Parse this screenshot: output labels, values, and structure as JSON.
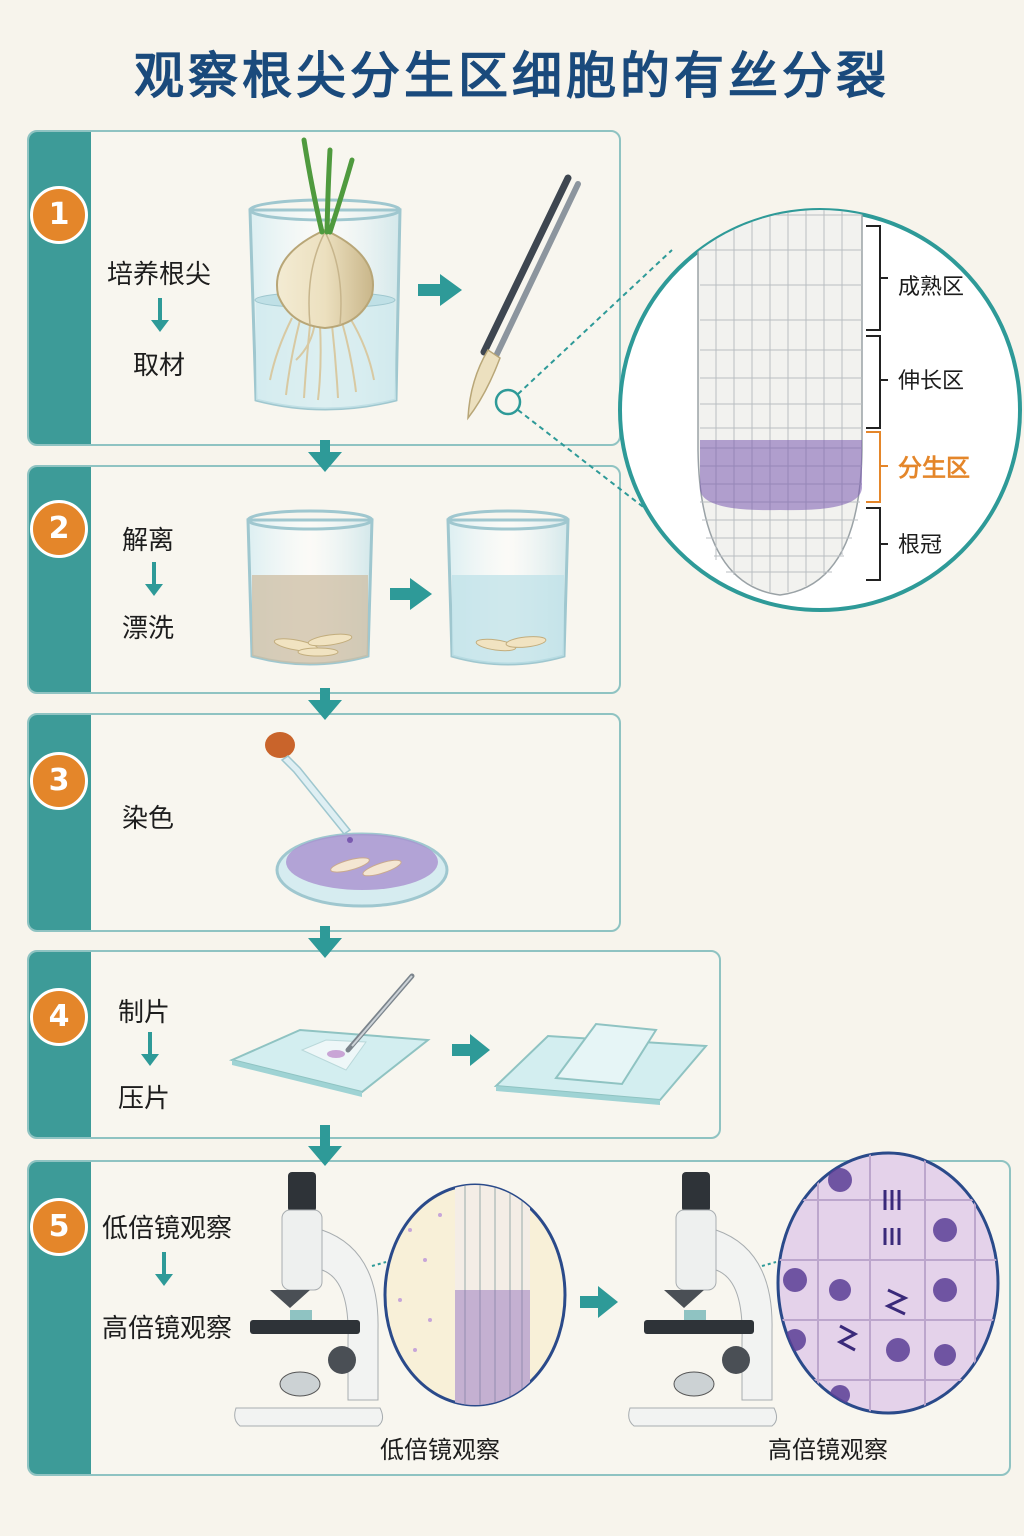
{
  "title": "观察根尖分生区细胞的有丝分裂",
  "steps": [
    {
      "number": "1",
      "labels": [
        "培养根尖",
        "取材"
      ]
    },
    {
      "number": "2",
      "labels": [
        "解离",
        "漂洗"
      ]
    },
    {
      "number": "3",
      "labels": [
        "染色"
      ]
    },
    {
      "number": "4",
      "labels": [
        "制片",
        "压片"
      ]
    },
    {
      "number": "5",
      "labels": [
        "低倍镜观察",
        "高倍镜观察"
      ]
    }
  ],
  "root_zones": [
    {
      "name": "成熟区",
      "highlight": false
    },
    {
      "name": "伸长区",
      "highlight": false
    },
    {
      "name": "分生区",
      "highlight": true
    },
    {
      "name": "根冠",
      "highlight": false
    }
  ],
  "captions": {
    "low": "低倍镜观察",
    "high": "高倍镜观察"
  },
  "colors": {
    "title": "#1a4a7c",
    "tab": "#3d9b98",
    "badge": "#e4862a",
    "arrow": "#2e9a98",
    "highlight": "#e4862a",
    "stain": "#7a5ab0"
  }
}
